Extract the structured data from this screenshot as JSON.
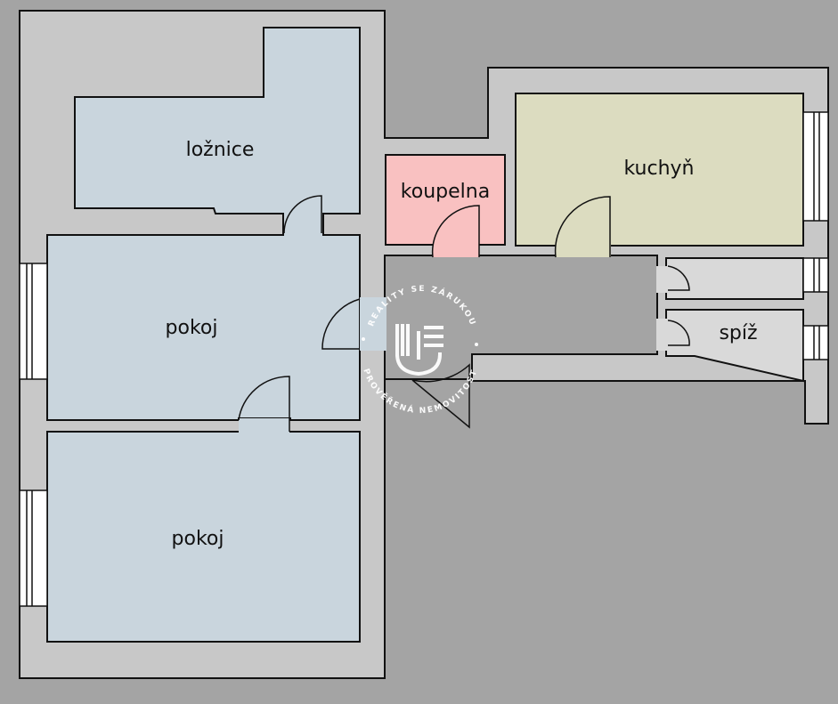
{
  "rooms": {
    "loznice": "ložnice",
    "koupelna": "koupelna",
    "kuchyn": "kuchyň",
    "pokoj_1": "pokoj",
    "pokoj_2": "pokoj",
    "spiz": "spíž"
  },
  "watermark": {
    "top_text": "REALITY SE ZÁRUKOU",
    "bottom_text": "PROVĚŘENÁ NEMOVITOST"
  },
  "colors": {
    "background": "#a4a4a4",
    "wall": "#c8c8c8",
    "wall_outline": "#111111",
    "bedroom_floor": "#c9d5dd",
    "bathroom_floor": "#f9c1c1",
    "kitchen_floor": "#dcdcc0",
    "utility_floor": "#d9d9d9",
    "hall_floor": "#a4a4a4"
  }
}
